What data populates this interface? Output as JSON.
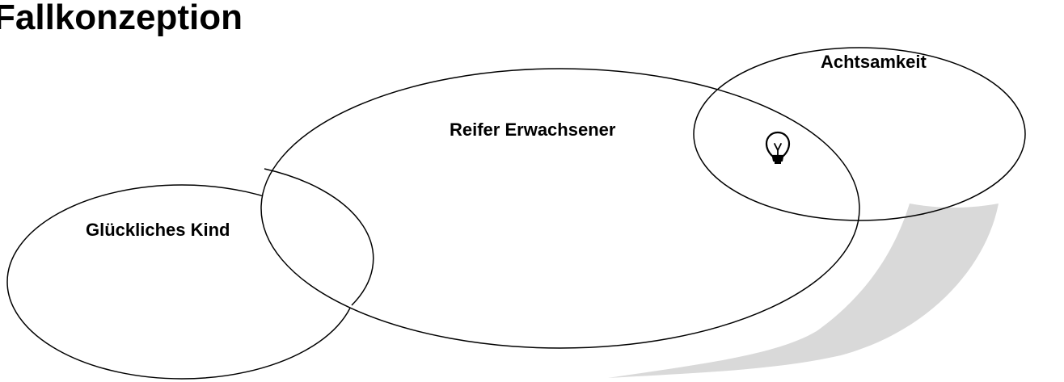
{
  "title": "Fallkonzeption",
  "colors": {
    "outline": "#000000",
    "shadow": "#d9d9d9",
    "fill": "#ffffff"
  },
  "ellipses": {
    "reifer_erwachsener": {
      "label": "Reifer Erwachsener"
    },
    "achtsamkeit": {
      "label": "Achtsamkeit"
    },
    "gluckliches_kind": {
      "label": "Glückliches Kind"
    }
  },
  "icons": {
    "intersection": "lightbulb-icon"
  }
}
